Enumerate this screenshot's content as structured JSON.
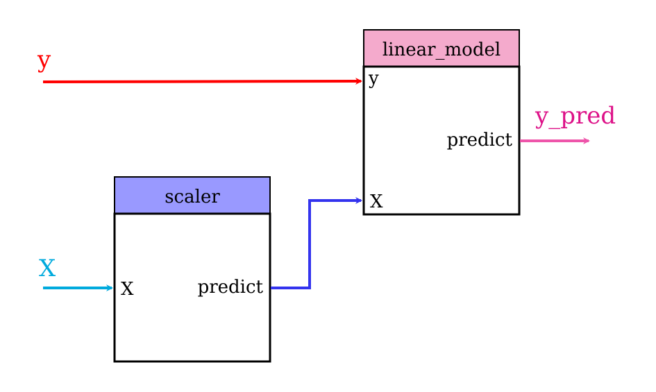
{
  "colors": {
    "y_input": "#ff0000",
    "x_input": "#00aadd",
    "scaler_header": "#9999ff",
    "scaler_edge": "#3333ee",
    "model_header": "#f4aacc",
    "y_pred_output": "#ee55aa",
    "y_pred_label": "#dd1188",
    "box_border": "#000000"
  },
  "inputs": {
    "y": {
      "label": "y"
    },
    "x": {
      "label": "X"
    }
  },
  "output": {
    "y_pred": {
      "label": "y_pred"
    }
  },
  "nodes": {
    "scaler": {
      "title": "scaler",
      "input_port": "X",
      "output_port": "predict"
    },
    "linear_model": {
      "title": "linear_model",
      "input_port_y": "y",
      "input_port_x": "X",
      "output_port": "predict"
    }
  }
}
